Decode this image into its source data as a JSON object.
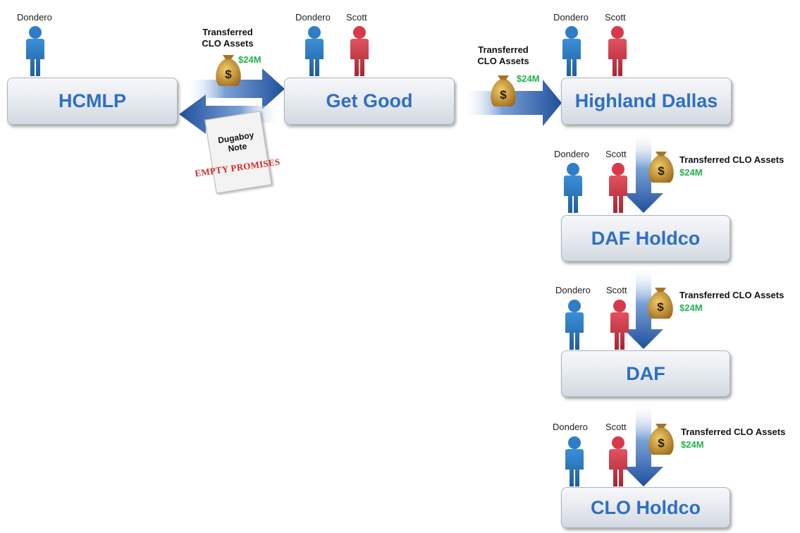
{
  "entities": {
    "hcmlp": "HCMLP",
    "get_good": "Get Good",
    "highland_dallas": "Highland Dallas",
    "daf_holdco": "DAF Holdco",
    "daf": "DAF",
    "clo_holdco": "CLO Holdco"
  },
  "people": {
    "dondero": "Dondero",
    "scott": "Scott"
  },
  "transfer": {
    "title": "Transferred CLO Assets",
    "title_line1": "Transferred",
    "title_line2": "CLO Assets",
    "amount": "$24M"
  },
  "note": {
    "line1": "Dugaboy",
    "line2": "Note",
    "stamp": "EMPTY PROMISES"
  },
  "icons": [
    "person-blue-icon",
    "person-red-icon",
    "money-bag-icon",
    "arrow-icon",
    "document-icon"
  ],
  "colors": {
    "entity_text": "#2f6fc4",
    "amount": "#22b14c",
    "dondero": "#2f7dc8",
    "scott": "#d8394a",
    "arrow": "#2e63ad",
    "stamp": "#d42a2a"
  }
}
